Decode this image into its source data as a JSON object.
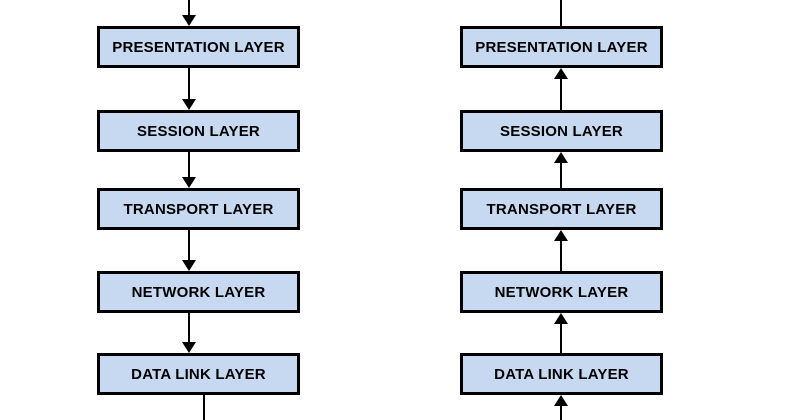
{
  "diagram": {
    "type": "flow-diagram",
    "background": "#ffffff",
    "box_fill": "#c6d9f1",
    "box_border": "#000000",
    "arrow_color": "#000000",
    "columns": [
      {
        "name": "left-stack",
        "flow_direction": "down",
        "layers": [
          "PRESENTATION LAYER",
          "SESSION LAYER",
          "TRANSPORT LAYER",
          "NETWORK LAYER",
          "DATA LINK LAYER"
        ]
      },
      {
        "name": "right-stack",
        "flow_direction": "up",
        "layers": [
          "PRESENTATION LAYER",
          "SESSION LAYER",
          "TRANSPORT LAYER",
          "NETWORK LAYER",
          "DATA LINK LAYER"
        ]
      }
    ]
  }
}
